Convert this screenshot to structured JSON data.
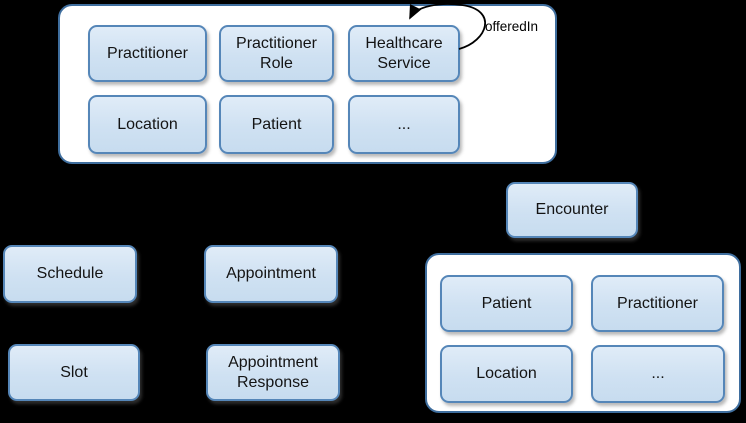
{
  "canvas": {
    "background": "#000000"
  },
  "colors": {
    "group_fill": "#ffffff",
    "group_border": "#3f6e9e",
    "node_fill_top": "#e0ecf8",
    "node_fill_bottom": "#c7dcef",
    "node_border": "#5586b8",
    "node_text": "#141414",
    "arrow": "#000000"
  },
  "top_group": {
    "boxes": [
      {
        "label": "Practitioner"
      },
      {
        "label": "Practitioner Role"
      },
      {
        "label": "Healthcare Service"
      },
      {
        "label": "Location"
      },
      {
        "label": "Patient"
      },
      {
        "label": "..."
      }
    ]
  },
  "self_loop": {
    "label": "offeredIn",
    "attached_to": "Healthcare Service"
  },
  "nodes": {
    "encounter": "Encounter",
    "schedule": "Schedule",
    "appointment": "Appointment",
    "slot": "Slot",
    "appointment_response": "Appointment Response"
  },
  "bottom_group": {
    "boxes": [
      {
        "label": "Patient"
      },
      {
        "label": "Practitioner"
      },
      {
        "label": "Location"
      },
      {
        "label": "..."
      }
    ]
  }
}
